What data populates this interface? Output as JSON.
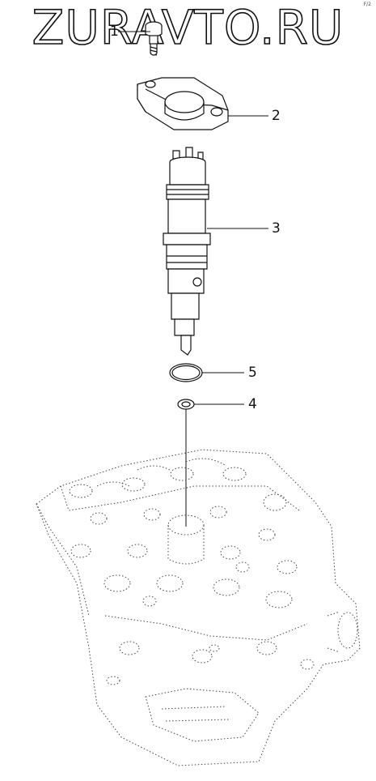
{
  "watermark": "ZURAVTO.RU",
  "corner_mark": "F/2",
  "callouts": [
    {
      "id": "1",
      "label": "1"
    },
    {
      "id": "2",
      "label": "2"
    },
    {
      "id": "3",
      "label": "3"
    },
    {
      "id": "5",
      "label": "5"
    },
    {
      "id": "4",
      "label": "4"
    }
  ],
  "colors": {
    "line": "#111111",
    "background": "#ffffff"
  }
}
